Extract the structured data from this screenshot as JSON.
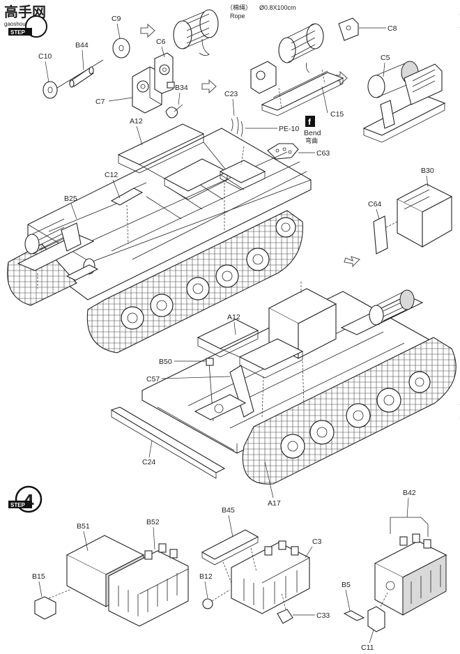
{
  "watermark": {
    "text_cn": "高手网",
    "url": "gaoshou.com"
  },
  "step_badge": {
    "word": "STEP",
    "number_lower": "4"
  },
  "rope_note": {
    "cn": "（棉绳）",
    "en": "Rope",
    "size": "Ø0.8X100cm"
  },
  "bend_note": {
    "letter": "f",
    "en": "Bend",
    "cn": "弯曲"
  },
  "parts": {
    "C9": "C9",
    "B44": "B44",
    "C10": "C10",
    "C6": "C6",
    "C7": "C7",
    "B34": "B34",
    "C8": "C8",
    "C5": "C5",
    "C15": "C15",
    "C23": "C23",
    "PE10": "PE-10",
    "C63": "C63",
    "A12a": "A12",
    "C12": "C12",
    "B25": "B25",
    "B30": "B30",
    "C64": "C64",
    "A12b": "A12",
    "B50": "B50",
    "C57": "C57",
    "C24": "C24",
    "A17": "A17",
    "B45": "B45",
    "C3": "C3",
    "B12": "B12",
    "C33": "C33",
    "B51": "B51",
    "B52": "B52",
    "B15": "B15",
    "B42": "B42",
    "B5": "B5",
    "C11": "C11"
  }
}
